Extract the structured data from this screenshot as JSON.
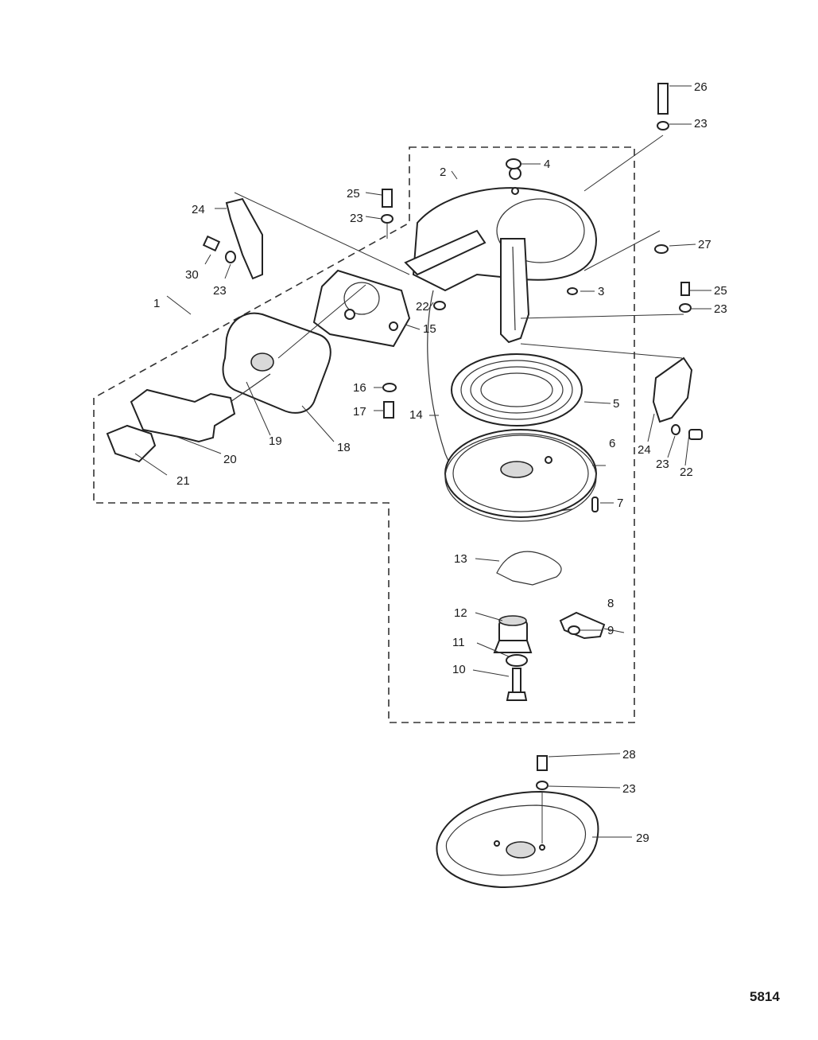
{
  "figure_number": "5814",
  "callouts": [
    {
      "id": "c1",
      "text": "1"
    },
    {
      "id": "c2",
      "text": "2"
    },
    {
      "id": "c3",
      "text": "3"
    },
    {
      "id": "c4",
      "text": "4"
    },
    {
      "id": "c5",
      "text": "5"
    },
    {
      "id": "c6",
      "text": "6"
    },
    {
      "id": "c7",
      "text": "7"
    },
    {
      "id": "c8",
      "text": "8"
    },
    {
      "id": "c9",
      "text": "9"
    },
    {
      "id": "c10",
      "text": "10"
    },
    {
      "id": "c11",
      "text": "11"
    },
    {
      "id": "c12",
      "text": "12"
    },
    {
      "id": "c13",
      "text": "13"
    },
    {
      "id": "c14",
      "text": "14"
    },
    {
      "id": "c15",
      "text": "15"
    },
    {
      "id": "c16",
      "text": "16"
    },
    {
      "id": "c17",
      "text": "17"
    },
    {
      "id": "c18",
      "text": "18"
    },
    {
      "id": "c19",
      "text": "19"
    },
    {
      "id": "c20",
      "text": "20"
    },
    {
      "id": "c21",
      "text": "21"
    },
    {
      "id": "c22a",
      "text": "22"
    },
    {
      "id": "c22b",
      "text": "22"
    },
    {
      "id": "c23a",
      "text": "23"
    },
    {
      "id": "c23b",
      "text": "23"
    },
    {
      "id": "c23c",
      "text": "23"
    },
    {
      "id": "c23d",
      "text": "23"
    },
    {
      "id": "c23e",
      "text": "23"
    },
    {
      "id": "c23f",
      "text": "23"
    },
    {
      "id": "c24a",
      "text": "24"
    },
    {
      "id": "c24b",
      "text": "24"
    },
    {
      "id": "c25a",
      "text": "25"
    },
    {
      "id": "c25b",
      "text": "25"
    },
    {
      "id": "c26",
      "text": "26"
    },
    {
      "id": "c27",
      "text": "27"
    },
    {
      "id": "c28",
      "text": "28"
    },
    {
      "id": "c29",
      "text": "29"
    },
    {
      "id": "c30",
      "text": "30"
    }
  ]
}
